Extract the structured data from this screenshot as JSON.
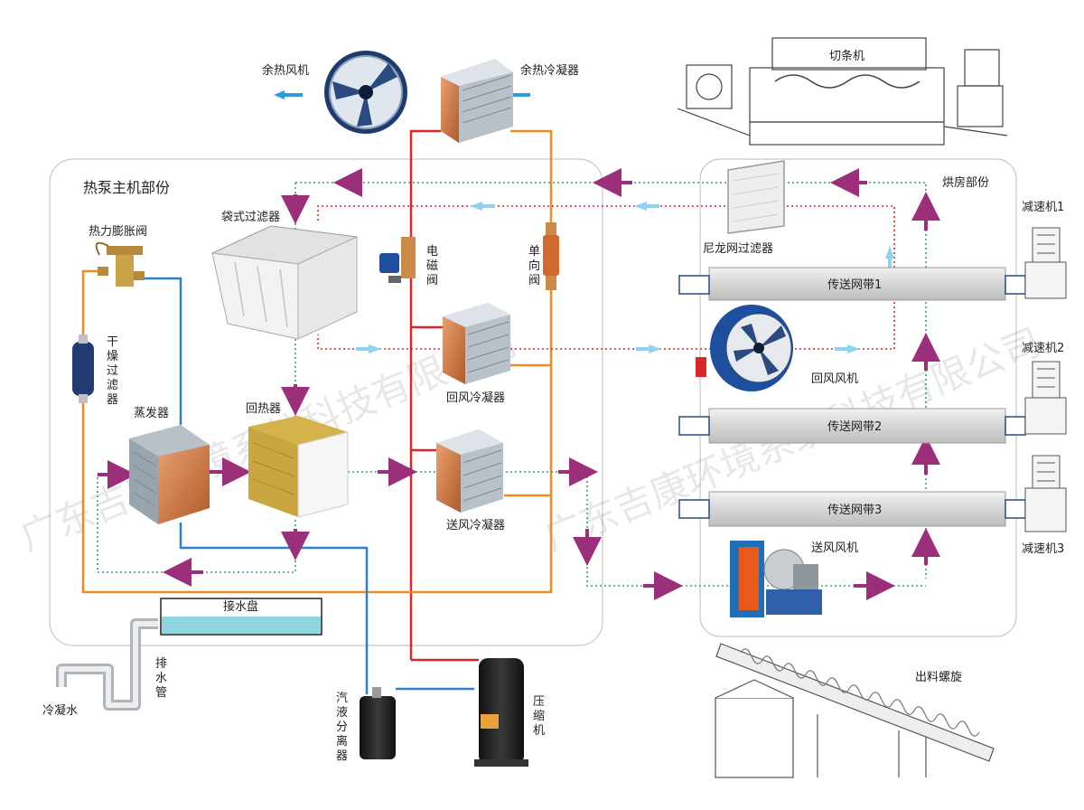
{
  "sections": {
    "heat_pump": "热泵主机部份",
    "drying_room": "烘房部份"
  },
  "labels": {
    "waste_heat_fan": "余热风机",
    "waste_heat_condenser": "余热冷凝器",
    "cutter": "切条机",
    "bag_filter": "袋式过滤器",
    "thermal_expansion_valve": "热力膨胀阀",
    "solenoid_valve": [
      "电",
      "磁",
      "阀"
    ],
    "check_valve": [
      "单",
      "向",
      "阀"
    ],
    "drying_filter": [
      "干",
      "燥",
      "过",
      "滤",
      "器"
    ],
    "return_air_condenser": "回风冷凝器",
    "evaporator": "蒸发器",
    "heat_recovery": "回热器",
    "supply_air_condenser": "送风冷凝器",
    "drip_tray": "接水盘",
    "drain_pipe": [
      "排",
      "水",
      "管"
    ],
    "condensate": "冷凝水",
    "gas_liquid_separator": [
      "汽",
      "液",
      "分",
      "离",
      "器"
    ],
    "compressor": [
      "压",
      "缩",
      "机"
    ],
    "nylon_filter": "尼龙网过滤器",
    "return_air_fan": "回风风机",
    "supply_air_fan": "送风风机",
    "discharge_screw": "出料螺旋",
    "reducer_1": "减速机1",
    "reducer_2": "减速机2",
    "reducer_3": "减速机3",
    "belt_1": "传送网带1",
    "belt_2": "传送网带2",
    "belt_3": "传送网带3"
  },
  "watermark": [
    "广东吉康环境系统科技有限公司",
    "广东吉康环境系统科技有限公司"
  ],
  "colors": {
    "refrigerant_hot": "#d8262a",
    "refrigerant_liquid": "#f08a24",
    "refrigerant_suction": "#2f7fd1",
    "air_dotted": "#3aa35a",
    "arrow_purple": "#9b2f7a",
    "arrow_blue": "#8fd3f2",
    "water": "#8fd6e0"
  }
}
